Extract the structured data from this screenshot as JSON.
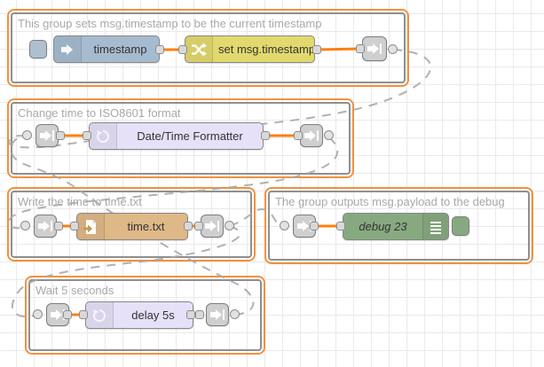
{
  "app": {
    "name": "Node-RED flow editor canvas"
  },
  "colors": {
    "selection_orange": "#f2913d",
    "wire_orange": "#ff7f0e",
    "link_wire_gray": "#a9a9a9",
    "group_border_gray": "#8f8f8f",
    "group_label_gray": "#a9a9a9",
    "inject_node": "#a6bbcf",
    "change_node": "#e2d96e",
    "formatter_node": "#e6e0f8",
    "file_node": "#deb887",
    "debug_node": "#87a980",
    "delay_node": "#e6e0f8",
    "link_node": "#cfcfcf"
  },
  "groups": [
    {
      "label": "This group sets msg.timestamp to be the current timestamp",
      "selected": true
    },
    {
      "label": "Change time to ISO8601 format",
      "selected": true
    },
    {
      "label": "Write the time to time.txt",
      "selected": true
    },
    {
      "label": "The group outputs msg.payload to the debug",
      "selected": true
    },
    {
      "label": "Wait 5 seconds",
      "selected": true
    }
  ],
  "nodes": {
    "inject": {
      "label": "timestamp",
      "type": "inject"
    },
    "change": {
      "label": "set msg.timestamp",
      "type": "change"
    },
    "formatter": {
      "label": "Date/Time Formatter",
      "type": "function"
    },
    "file": {
      "label": "time.txt",
      "type": "file"
    },
    "debug": {
      "label": "debug 23",
      "type": "debug"
    },
    "delay": {
      "label": "delay 5s",
      "type": "delay"
    }
  },
  "icons": {
    "inject": "inject-arrow-icon",
    "change": "shuffle-icon",
    "formatter": "timer-icon",
    "file": "file-export-icon",
    "debug": "debug-list-icon",
    "delay": "timer-icon",
    "link": "link-arrow-icon"
  }
}
